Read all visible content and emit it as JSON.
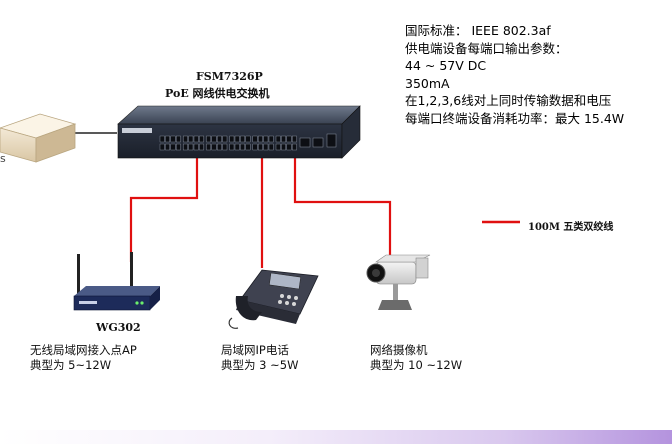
{
  "switch": {
    "model": "FSM7326P",
    "description": "PoE 网线供电交换机"
  },
  "specs": [
    "国际标准： IEEE 802.3af",
    "供电端设备每端口输出参数：",
    "44 ~ 57V DC",
    "350mA",
    "在1,2,3,6线对上同时传输数据和电压",
    "每端口终端设备消耗功率：最大 15.4W"
  ],
  "legend": {
    "label": "100M 五类双绞线",
    "color": "#e01010"
  },
  "devices": [
    {
      "name": "WG302",
      "caption1": "无线局域网接入点AP",
      "caption2": "典型为 5~12W"
    },
    {
      "name": "",
      "caption1": "局域网IP电话",
      "caption2": "典型为 3 ~5W"
    },
    {
      "name": "",
      "caption1": "网络摄像机",
      "caption2": "典型为 10 ~12W"
    }
  ],
  "edge_fragment": "s"
}
